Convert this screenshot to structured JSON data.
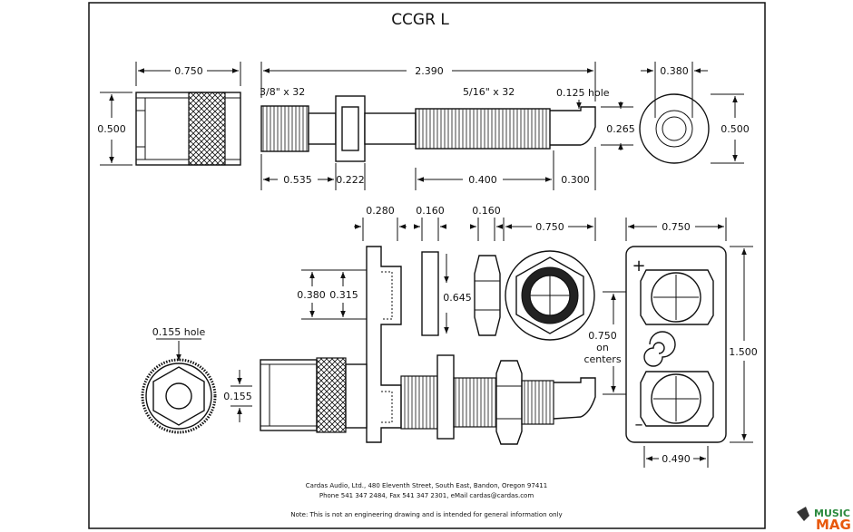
{
  "title": "CCGR L",
  "top_view": {
    "cap_width": "0.750",
    "cap_height": "0.500",
    "overall_length": "2.390",
    "thread_left": "3/8\" x 32",
    "thread_right": "5/16\" x 32",
    "hole_note": "0.125 hole",
    "tip_height": "0.265",
    "left_section": "0.535",
    "flange_width": "0.222",
    "shaft_section": "0.400",
    "tip_section": "0.300",
    "end_width": "0.380",
    "end_height": "0.500"
  },
  "bottom_view": {
    "dim_280": "0.280",
    "dim_160a": "0.160",
    "dim_160b": "0.160",
    "nut_dia": "0.750",
    "plate_width": "0.750",
    "slot_outer": "0.380",
    "slot_inner": "0.315",
    "washer_height": "0.645",
    "hole_note": "0.155 hole",
    "hole_dim": "0.155",
    "spacing_value": "0.750",
    "spacing_word1": "on",
    "spacing_word2": "centers",
    "plate_height": "1.500",
    "plate_bottom": "0.490",
    "plus": "+",
    "minus": "–"
  },
  "footer": {
    "line1": "Cardas Audio, Ltd., 480 Eleventh Street, South East, Bandon, Oregon 97411",
    "line2": "Phone 541 347 2484, Fax 541 347 2301, eMail cardas@cardas.com",
    "note": "Note:  This is not an engineering drawing and is intended for general information only"
  },
  "watermark": {
    "part1": "MUSIC",
    "part2": "MAG"
  }
}
